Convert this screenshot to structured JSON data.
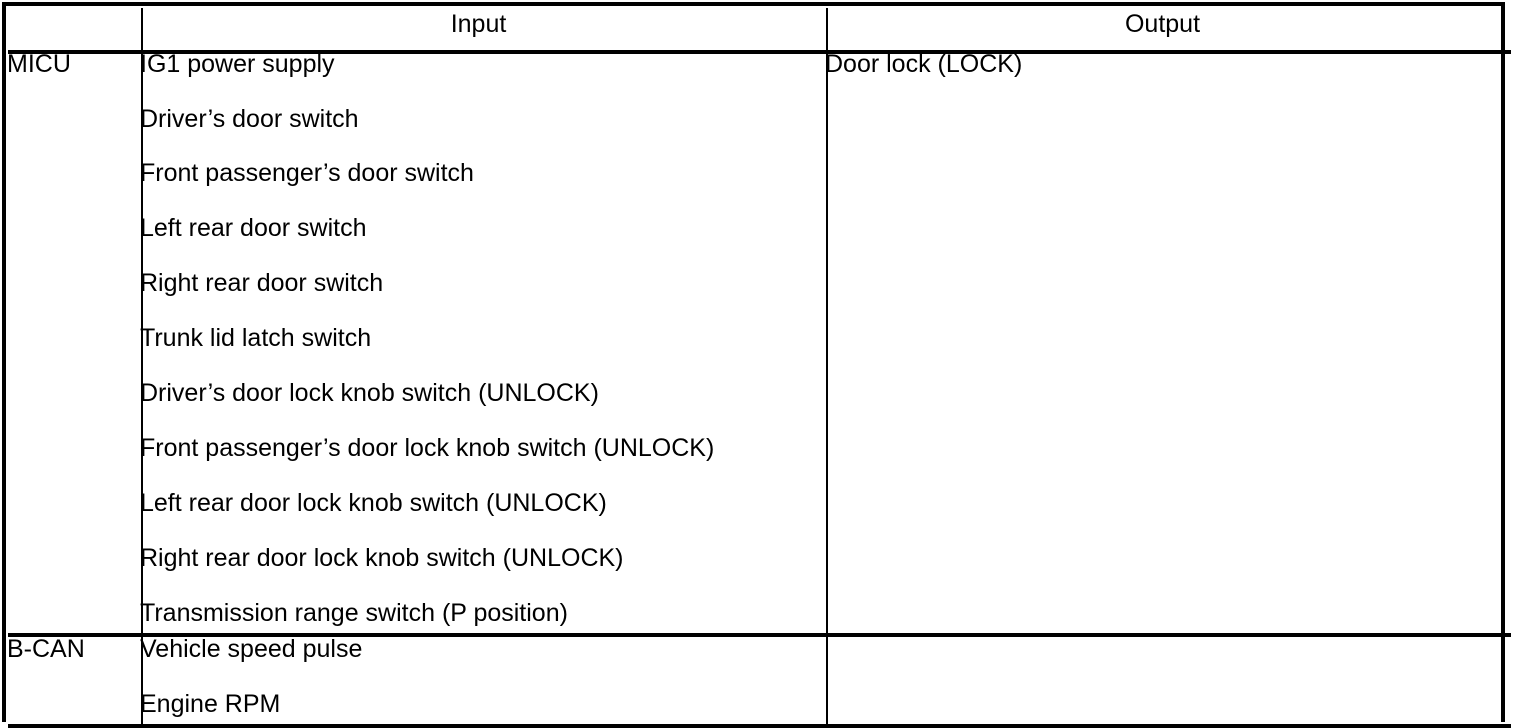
{
  "table": {
    "headers": {
      "corner": "",
      "input": "Input",
      "output": "Output"
    },
    "sections": [
      {
        "label": "MICU",
        "inputs": [
          "IG1 power supply",
          "Driver’s door switch",
          "Front passenger’s door switch",
          "Left rear door switch",
          "Right rear door switch",
          "Trunk lid latch switch",
          "Driver’s door lock knob switch (UNLOCK)",
          "Front passenger’s door lock knob switch (UNLOCK)",
          "Left rear door lock knob switch (UNLOCK)",
          "Right rear door lock knob switch (UNLOCK)",
          "Transmission range switch (P position)"
        ],
        "outputs": [
          "Door lock (LOCK)"
        ]
      },
      {
        "label": "B-CAN",
        "inputs": [
          "Vehicle speed pulse",
          "Engine RPM"
        ],
        "outputs": []
      }
    ]
  },
  "style": {
    "text_color": "#000000",
    "background_color": "#ffffff",
    "border_color": "#000000"
  }
}
